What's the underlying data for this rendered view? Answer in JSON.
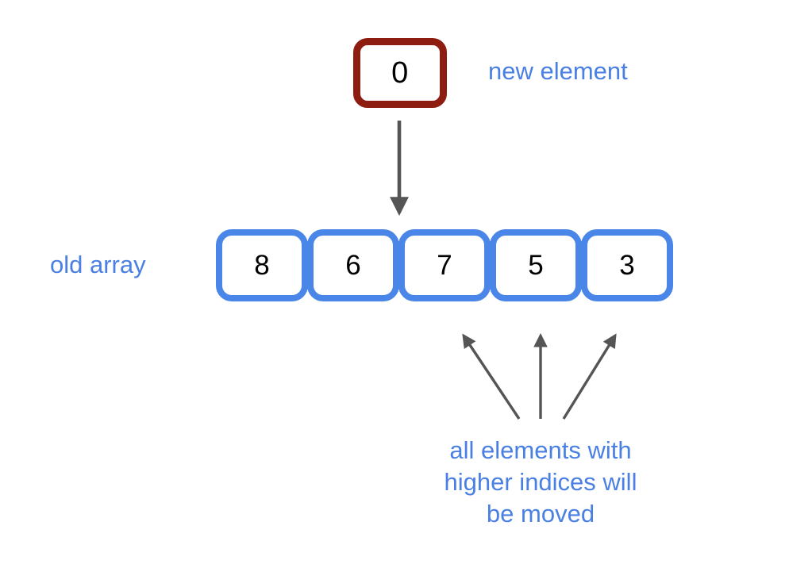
{
  "diagram": {
    "title_none": "",
    "background_color": "#ffffff",
    "accent_blue": "#4a86e8",
    "label_blue": "#4a7fe3",
    "highlight_red": "#8d1d11",
    "arrow_gray": "#555555"
  },
  "new_element": {
    "value": "0",
    "label": "new element",
    "border_color": "#8d1d11"
  },
  "old_array": {
    "label": "old array",
    "cells": [
      {
        "value": "8",
        "index": "0"
      },
      {
        "value": "6",
        "index": "1"
      },
      {
        "value": "7",
        "index": "2"
      },
      {
        "value": "5",
        "index": "3"
      },
      {
        "value": "3",
        "index": "4"
      }
    ],
    "border_color": "#4a86e8"
  },
  "moved_note": {
    "lines": [
      "all elements with",
      "higher indices will",
      "be moved"
    ],
    "color": "#4a7fe3"
  },
  "arrows": {
    "insert_arrow": {
      "name": "insertion-arrow-down",
      "from": "new element box",
      "to": "array cell index 2",
      "direction": "down"
    },
    "move_arrows": [
      {
        "name": "move-arrow-to-cell-2",
        "direction": "up-left"
      },
      {
        "name": "move-arrow-to-cell-3",
        "direction": "up"
      },
      {
        "name": "move-arrow-to-cell-4",
        "direction": "up-right"
      }
    ]
  }
}
